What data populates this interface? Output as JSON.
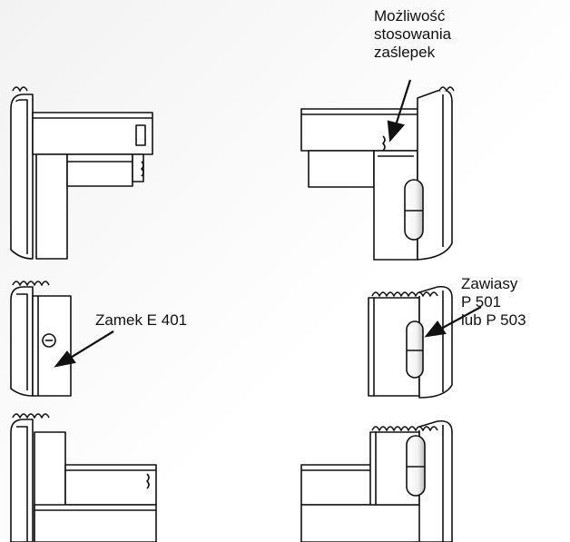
{
  "labels": {
    "end_caps": [
      "Możliwość",
      "stosowania",
      "zaślepek"
    ],
    "lock": "Zamek E  401",
    "hinges": [
      "Zawiasy",
      "P 501",
      "lub P 503"
    ]
  }
}
